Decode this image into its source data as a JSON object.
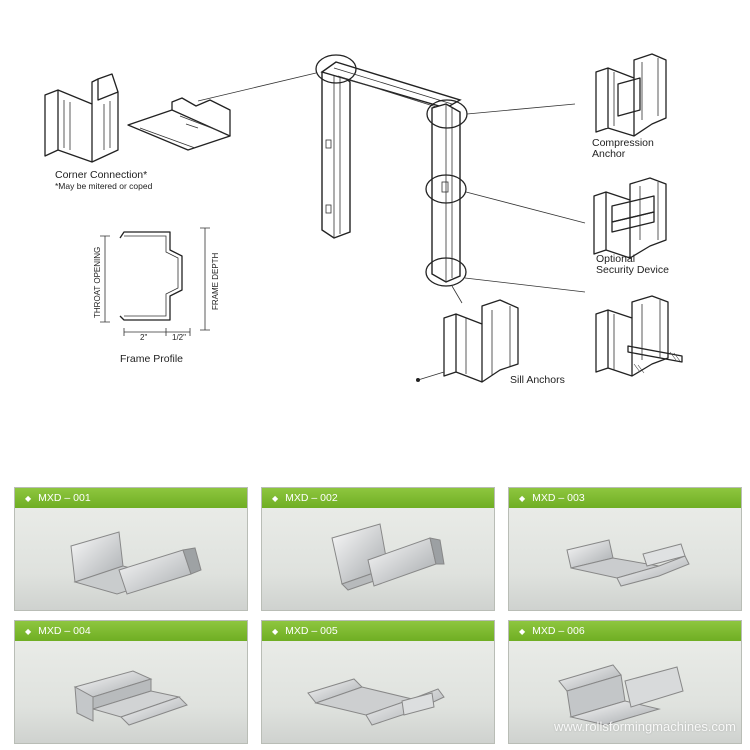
{
  "diagram": {
    "corner_connection_label": "Corner Connection*",
    "corner_connection_note": "*May be mitered or coped",
    "frame_profile_label": "Frame Profile",
    "throat_opening_label": "THROAT OPENING",
    "frame_depth_label": "FRAME DEPTH",
    "dim_2in": "2\"",
    "dim_half": "1/2\"",
    "compression_anchor_line1": "Compression",
    "compression_anchor_line2": "Anchor",
    "security_device_line1": "Optional",
    "security_device_line2": "Security Device",
    "sill_anchors_label": "Sill Anchors"
  },
  "products": [
    {
      "code": "MXD – 001"
    },
    {
      "code": "MXD – 002"
    },
    {
      "code": "MXD – 003"
    },
    {
      "code": "MXD – 004"
    },
    {
      "code": "MXD – 005"
    },
    {
      "code": "MXD – 006"
    }
  ],
  "header_color": "#7dba2f",
  "watermark": "www.rollsformingmachines.com"
}
